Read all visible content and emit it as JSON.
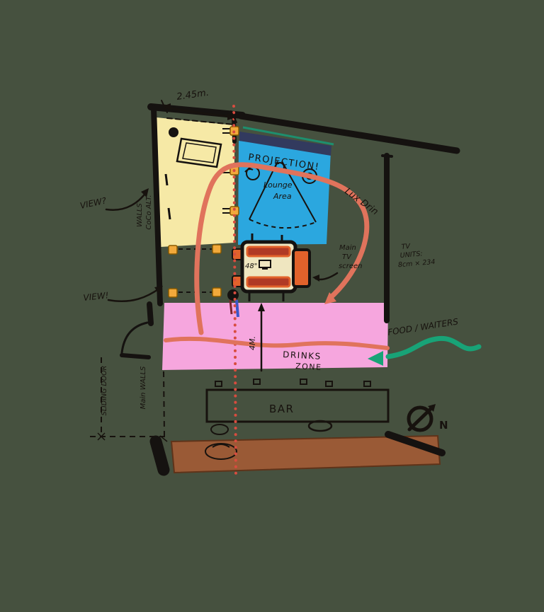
{
  "title": "Hand-drawn venue floor plan sketch",
  "colors": {
    "background": "#46513F",
    "wall_ink": "#151210",
    "room_yellow": "#F6E9A6",
    "zone_blue": "#2BA7DF",
    "screen_navy": "#323A5E",
    "zone_pink": "#F6A6DE",
    "furniture_orange": "#E2622B",
    "furniture_red": "#B03A25",
    "marker_orange": "#F2A93B",
    "flow_salmon": "#E0735C",
    "arrow_green": "#18A377",
    "bar_brown": "#9A5A36",
    "dotted_red": "#D84C3F"
  },
  "annotations": {
    "dimension_width": "2.45m.",
    "dimension_depth": "4M.",
    "view_top": "VIEW?",
    "view_bottom": "VIEW!",
    "wall_note_upper_line1": "CoCo ALT.",
    "wall_note_upper_line2": "WALLS",
    "wall_note_lower": "Main WALLS",
    "sliding_door": "SLIDING DOOR",
    "flow_label": "Lux Drin",
    "food_waiters": "FOOD / WAITERS",
    "main_tv_line1": "Main",
    "main_tv_line2": "TV",
    "main_tv_line3": "screen",
    "tv_units_line1": "TV",
    "tv_units_line2": "UNITS:",
    "tv_units_line3": "8cm × 234",
    "north": "N"
  },
  "zones": {
    "projection_label": "PROJECTION!",
    "lounge_line1": "Lounge",
    "lounge_line2": "Area",
    "drinks_line1": "DRINKS",
    "drinks_line2": "ZONE",
    "bar_label": "BAR",
    "tv_size": "48\""
  }
}
